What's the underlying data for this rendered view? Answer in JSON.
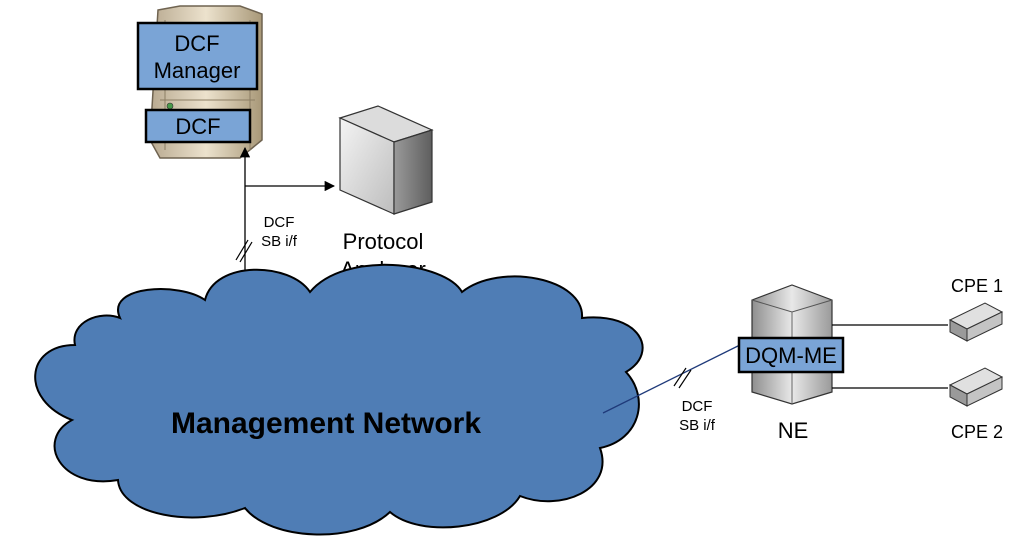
{
  "dcf_manager": {
    "label_line1": "DCF",
    "label_line2": "Manager",
    "dcf_label": "DCF"
  },
  "protocol_analyzer": {
    "line1": "Protocol",
    "line2": "Analyzer"
  },
  "interface_top": {
    "line1": "DCF",
    "line2": "SB i/f"
  },
  "interface_right": {
    "line1": "DCF",
    "line2": "SB i/f"
  },
  "network": {
    "label": "Management Network"
  },
  "ne": {
    "label": "NE",
    "box_label": "DQM-ME"
  },
  "cpe1": {
    "label": "CPE 1"
  },
  "cpe2": {
    "label": "CPE 2"
  },
  "colors": {
    "cloud_fill": "#4f7db5",
    "cloud_stroke": "#000000",
    "box_fill": "#7aa4d6",
    "link_color": "#1f3a7a"
  }
}
